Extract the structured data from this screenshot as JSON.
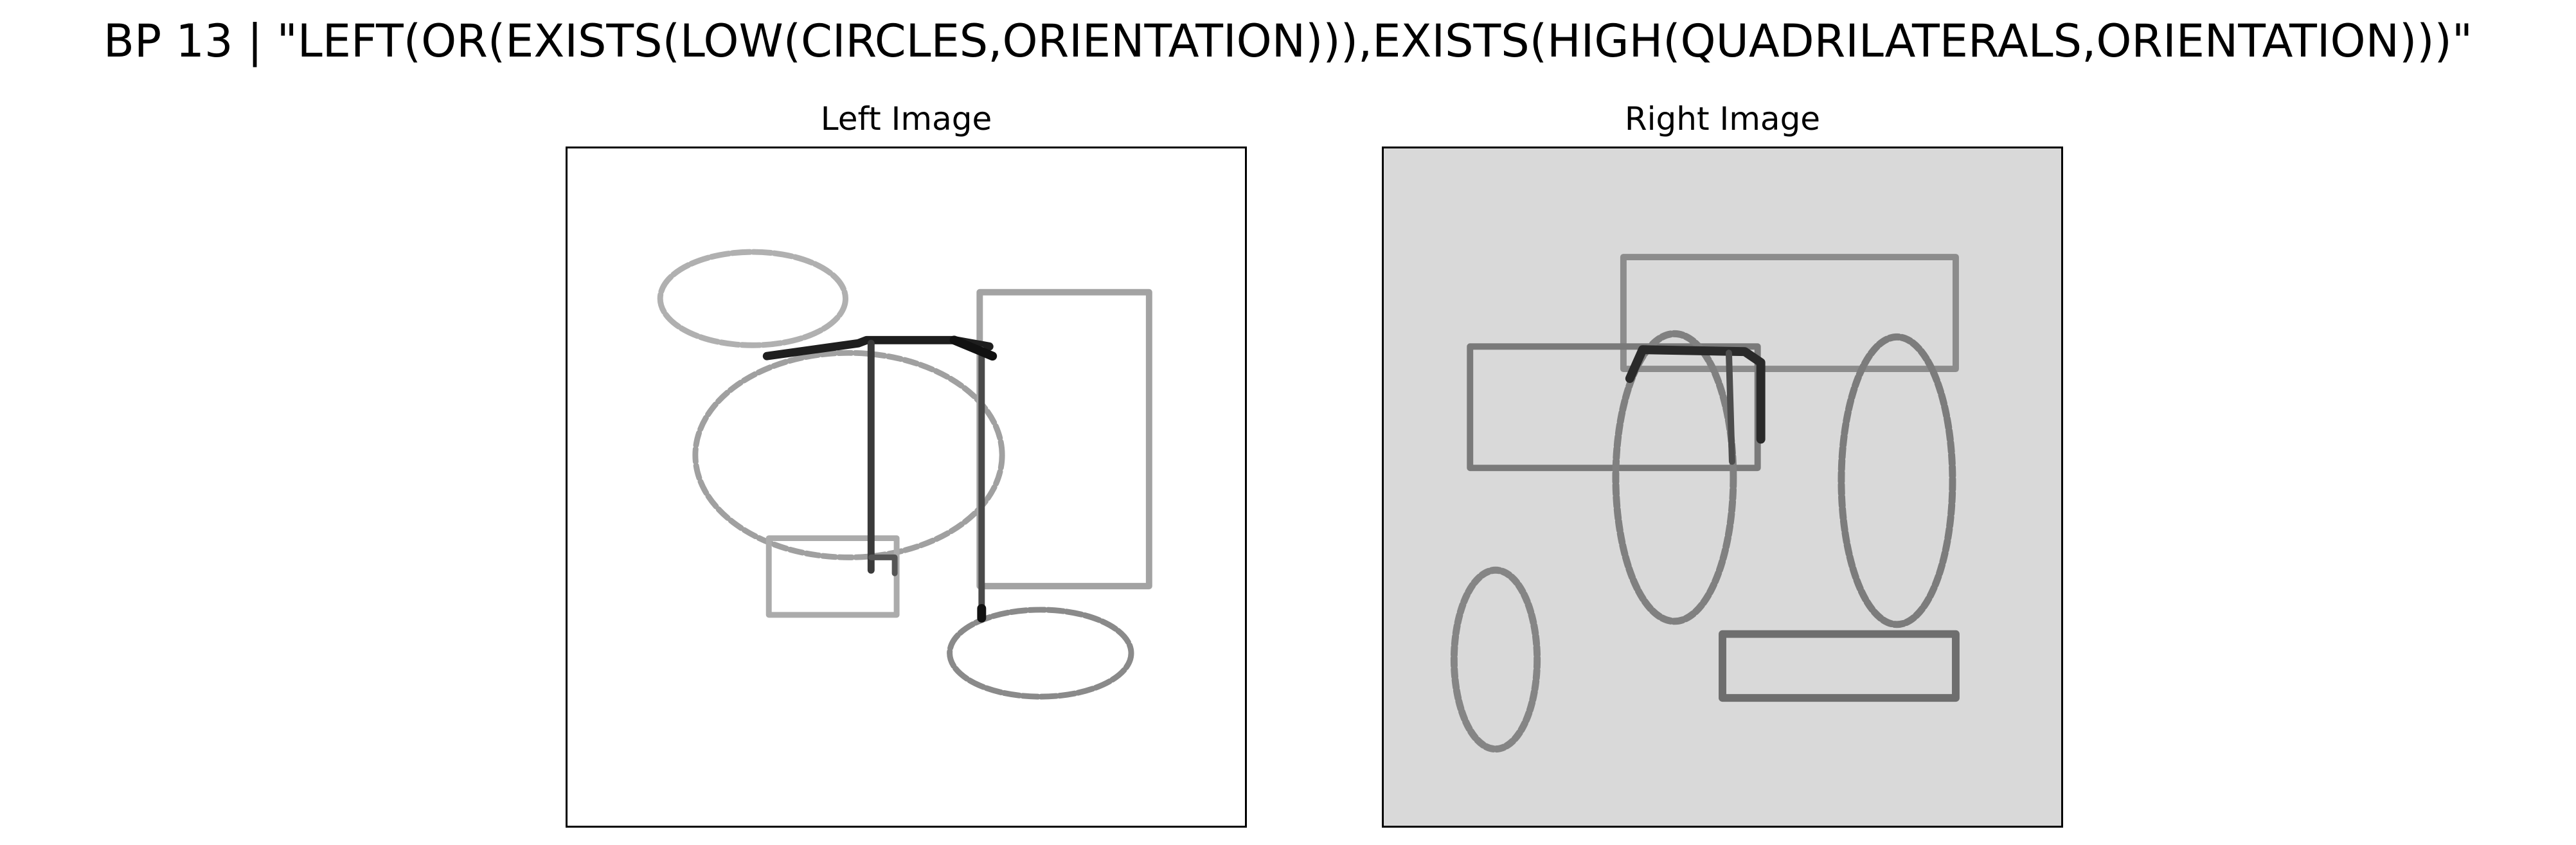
{
  "figure": {
    "title": "BP 13 | \"LEFT(OR(EXISTS(LOW(CIRCLES,ORIENTATION))),EXISTS(HIGH(QUADRILATERALS,ORIENTATION)))\""
  },
  "panels": {
    "left": {
      "title": "Left Image",
      "background": "#ffffff"
    },
    "right": {
      "title": "Right Image",
      "background": "#d9d9d9"
    }
  },
  "colors": {
    "frame": "#000000",
    "stroke_light": "#a6a6a6",
    "stroke_mid": "#7a7a7a",
    "stroke_dark": "#1a1a1a"
  }
}
